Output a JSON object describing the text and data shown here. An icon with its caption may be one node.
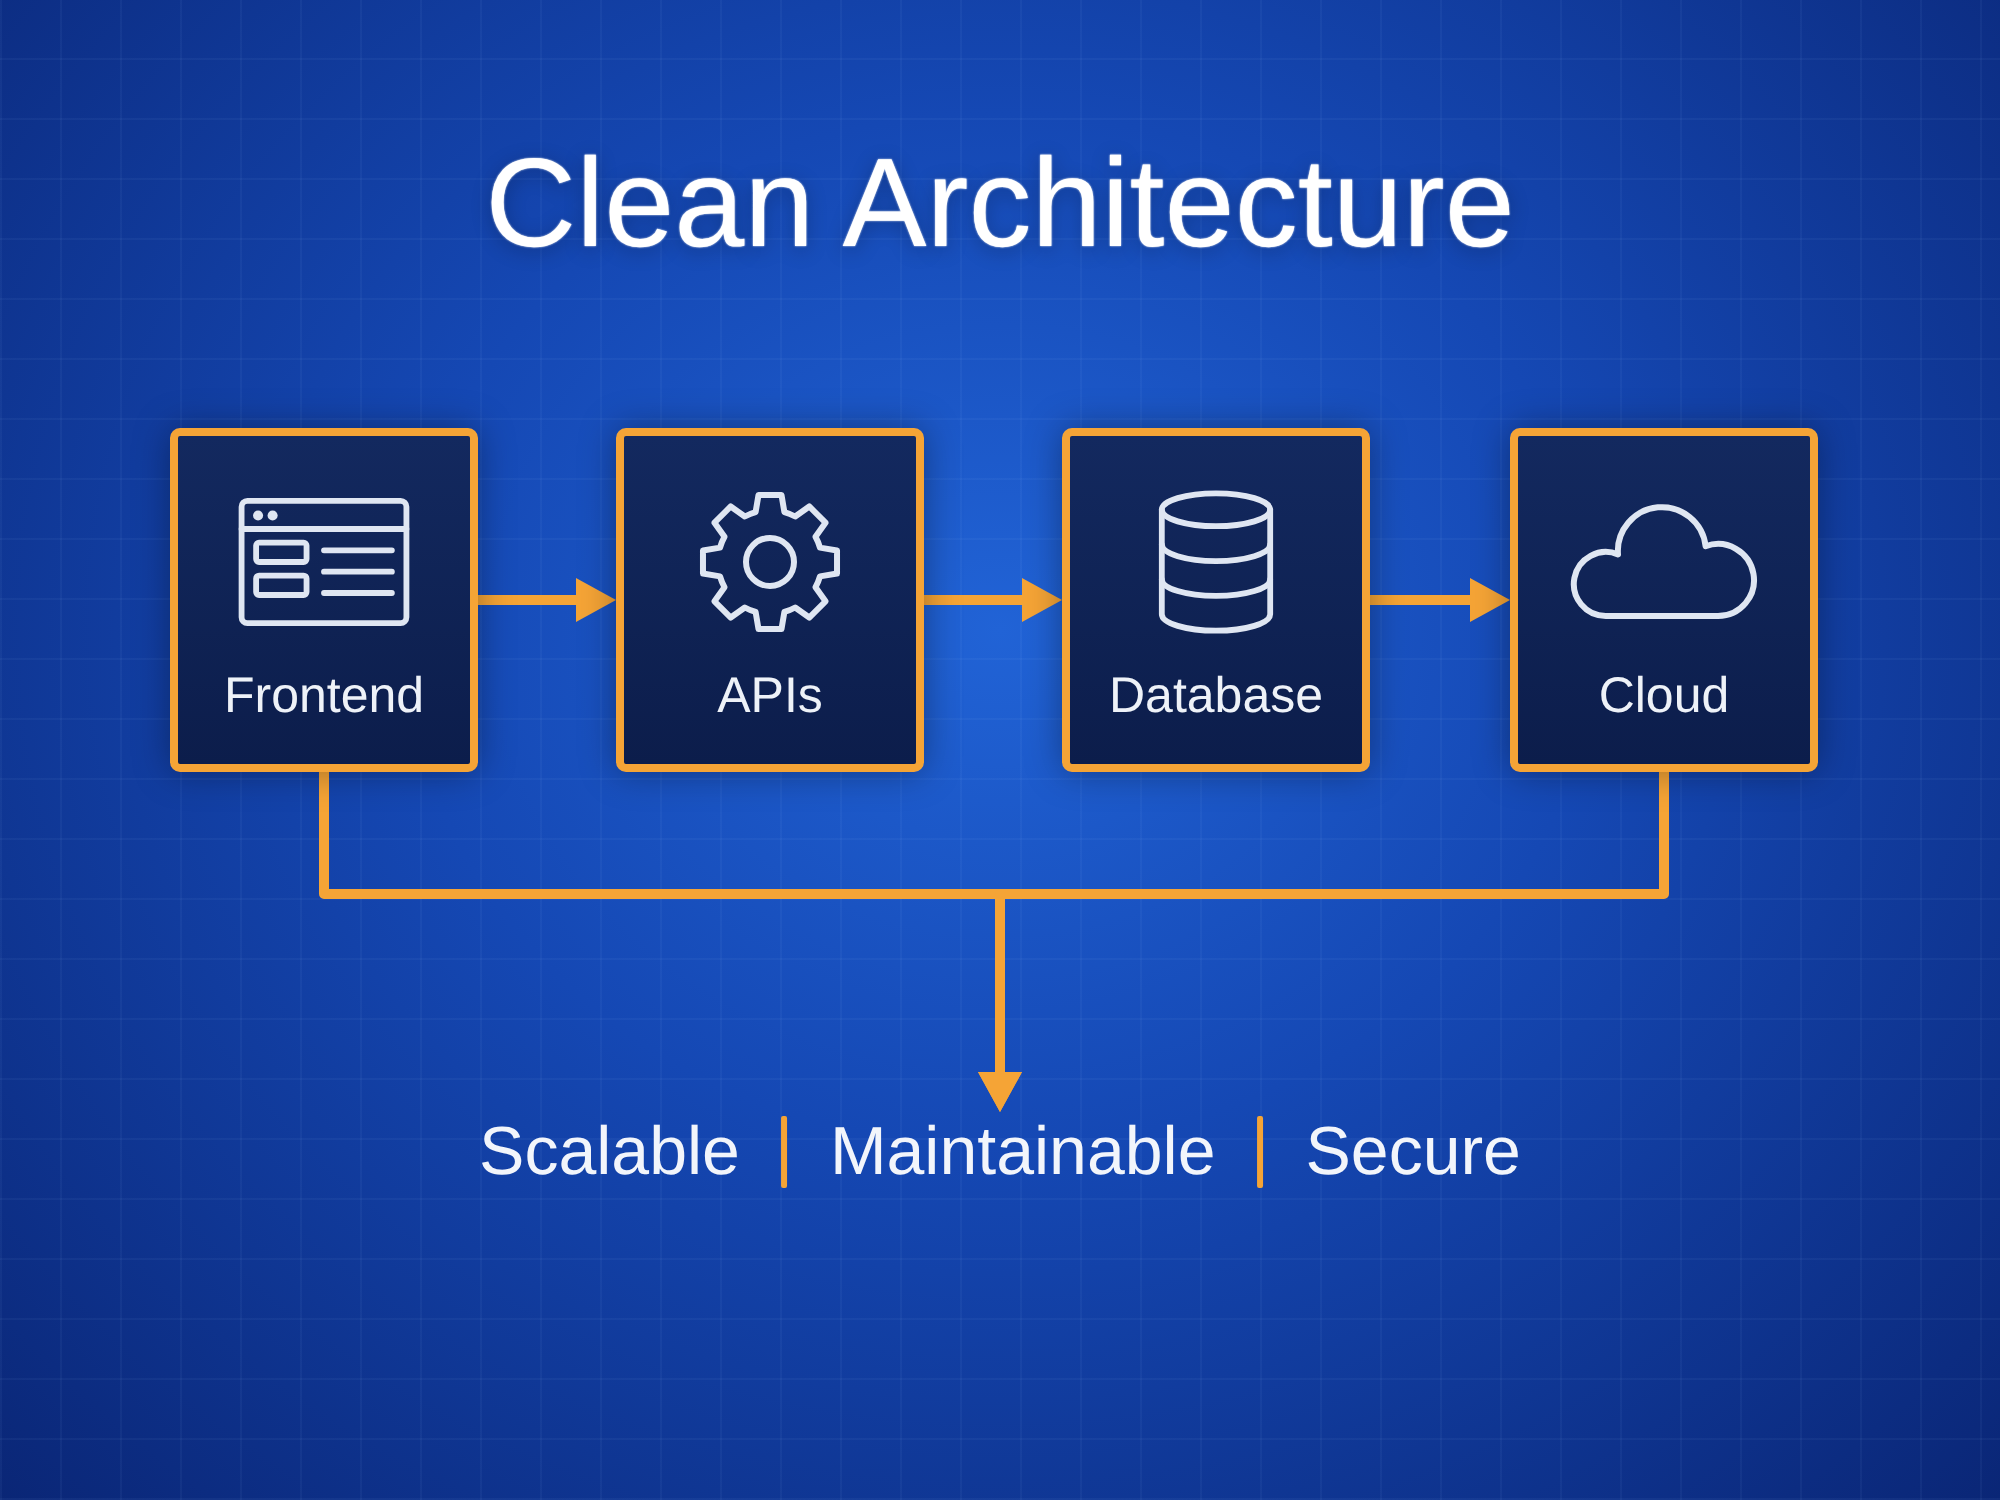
{
  "diagram": {
    "title": "Clean Architecture",
    "nodes": [
      {
        "text": [
          "Frontend"
        ]
      },
      {
        "text": [
          "APIs"
        ]
      },
      {
        "text": [
          "Database"
        ]
      },
      {
        "text": [
          "Cloud"
        ]
      },
      {
        "text": [
          "Scalable",
          "Maintainable",
          "Secure"
        ]
      }
    ],
    "edges": [
      {
        "from": 0,
        "to": 1,
        "arrow": "to"
      },
      {
        "from": 1,
        "to": 2,
        "arrow": "to"
      },
      {
        "from": 2,
        "to": 3,
        "arrow": "to"
      },
      {
        "from": 0,
        "to": 4,
        "arrow": "to"
      },
      {
        "from": 3,
        "to": 4,
        "arrow": "to"
      }
    ]
  }
}
